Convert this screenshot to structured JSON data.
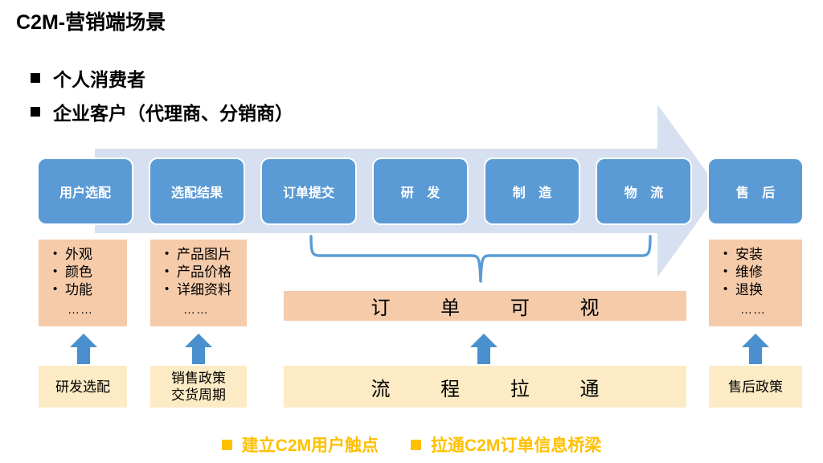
{
  "slide": {
    "title": "C2M-营销端场景",
    "bullets": [
      {
        "label": "个人消费者"
      },
      {
        "label": "企业客户（代理商、分销商）"
      }
    ],
    "process_boxes": [
      {
        "label": "用户选配",
        "spaced": false
      },
      {
        "label": "选配结果",
        "spaced": false
      },
      {
        "label": "订单提交",
        "spaced": false
      },
      {
        "label": "研 发",
        "spaced": true
      },
      {
        "label": "制 造",
        "spaced": true
      },
      {
        "label": "物 流",
        "spaced": true
      },
      {
        "label": "售 后",
        "spaced": true
      }
    ],
    "detail_lists": [
      {
        "items": [
          "外观",
          "颜色",
          "功能"
        ],
        "ellipsis": "……"
      },
      {
        "items": [
          "产品图片",
          "产品价格",
          "详细资料"
        ],
        "ellipsis": "……"
      },
      {
        "items": [
          "安装",
          "维修",
          "退换"
        ],
        "ellipsis": "……"
      }
    ],
    "banners": {
      "order_visibility": "订 单 可 视",
      "process_throughput": "流 程 拉 通"
    },
    "policy_boxes": [
      {
        "line1": "研发选配",
        "line2": ""
      },
      {
        "line1": "销售政策",
        "line2": "交货周期"
      },
      {
        "line1": "售后政策",
        "line2": ""
      }
    ],
    "legend": [
      {
        "label": "建立C2M用户触点"
      },
      {
        "label": "拉通C2M订单信息桥梁"
      }
    ],
    "colors": {
      "process_blue": "#5B9BD5",
      "peach": "#F5CBAA",
      "cream": "#FCEBC4",
      "legend_amber": "#FFC000",
      "bg_arrow": "#D6E0F0"
    }
  }
}
